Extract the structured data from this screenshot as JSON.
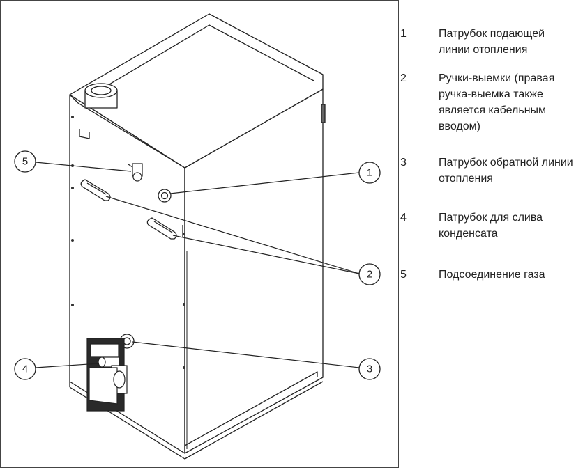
{
  "callouts": [
    "1",
    "2",
    "3",
    "4",
    "5"
  ],
  "legend": [
    {
      "num": "1",
      "text": "Патрубок подающей линии отопления"
    },
    {
      "num": "2",
      "text": "Ручки-выемки (правая ручка-выемка также является кабельным вводом)"
    },
    {
      "num": "3",
      "text": "Патрубок обратной линии отопления"
    },
    {
      "num": "4",
      "text": "Патрубок для слива конденсата"
    },
    {
      "num": "5",
      "text": "Подсоединение газа"
    }
  ],
  "colors": {
    "line": "#222222",
    "frame": "#444444",
    "background": "#ffffff"
  }
}
